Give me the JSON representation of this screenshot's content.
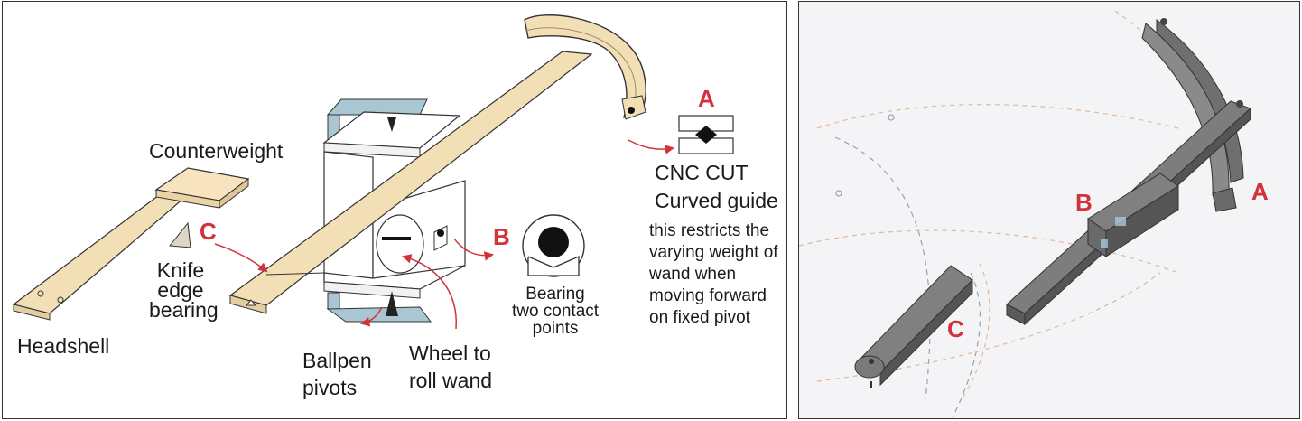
{
  "left_panel": {
    "labels": {
      "counterweight": "Counterweight",
      "knife_edge": [
        "Knife",
        "edge",
        "bearing"
      ],
      "headshell": "Headshell",
      "ballpen": [
        "Ballpen",
        "pivots"
      ],
      "wheel": [
        "Wheel to",
        "roll wand"
      ],
      "bearing": [
        "Bearing",
        "two contact",
        "points"
      ],
      "cnc_cut": "CNC CUT",
      "curved_guide": "Curved guide",
      "note": [
        "this restricts the",
        "varying weight of",
        "wand when",
        "moving forward",
        "on fixed pivot"
      ]
    },
    "letters": {
      "a": "A",
      "b": "B",
      "c": "C"
    }
  },
  "right_panel": {
    "letters": {
      "a": "A",
      "b": "B",
      "c": "C"
    }
  },
  "colors": {
    "wood": "#f3dfb6",
    "wood_edge": "#c9b48a",
    "bracket_blue": "#a9c7d3",
    "accent_red": "#d3323a",
    "render_grey": "#6f6f6f",
    "background_render": "#f4f4f6"
  }
}
